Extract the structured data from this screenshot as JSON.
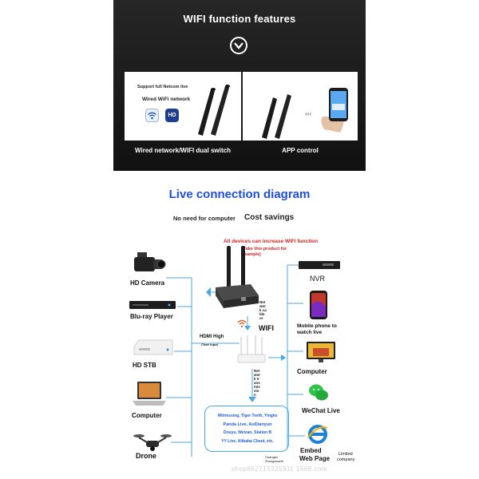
{
  "banner": {
    "title": "WIFI function features",
    "left_card": {
      "line1": "Support full Netcom live",
      "line2": "Wired WiFi network",
      "hd_text": "HD",
      "caption": "Wired network/WIFI dual switch"
    },
    "right_card": {
      "caption": "APP control"
    }
  },
  "diagram": {
    "title": "Live connection diagram",
    "subtitle_left": "No need for computer",
    "subtitle_right": "Cost savings",
    "note_line1": "All devices can increase WIFI function",
    "note_line2": "(Take this product for",
    "note_line3": "example)",
    "sources": [
      "HD Camera",
      "Blu-ray Player",
      "HD STB",
      "Computer",
      "Drone"
    ],
    "hdmi_label": "HDMI High",
    "hdmi_sub": "Clear input",
    "network_cable_label": "Network cable or",
    "wifi_label": "WIFI",
    "transmission_label": "Network transmission",
    "outputs": {
      "nvr": "NVR",
      "phone_line1": "Mobile phone to",
      "phone_line2": "watch live",
      "computer": "Computer",
      "wechat": "WeChat Live",
      "web_line1": "Embed",
      "web_line2": "Web Page",
      "limited_line1": "Limited",
      "limited_line2": "company"
    },
    "platforms": [
      "Witnessing, Tiger Teeth, Yingke",
      "Panda Live, AoDianyun",
      "Douyu, Weizan, Station B",
      "YY Live, Alibaba Cloud, etc."
    ],
    "changes_label_1": "Changes",
    "changes_label_2": "Zhongzaozhi"
  },
  "watermark": "shop862715325911 1688.com",
  "colors": {
    "accent_blue": "#1f4fd6",
    "note_red": "#d01f1f",
    "line_blue": "#4aa8e6"
  }
}
